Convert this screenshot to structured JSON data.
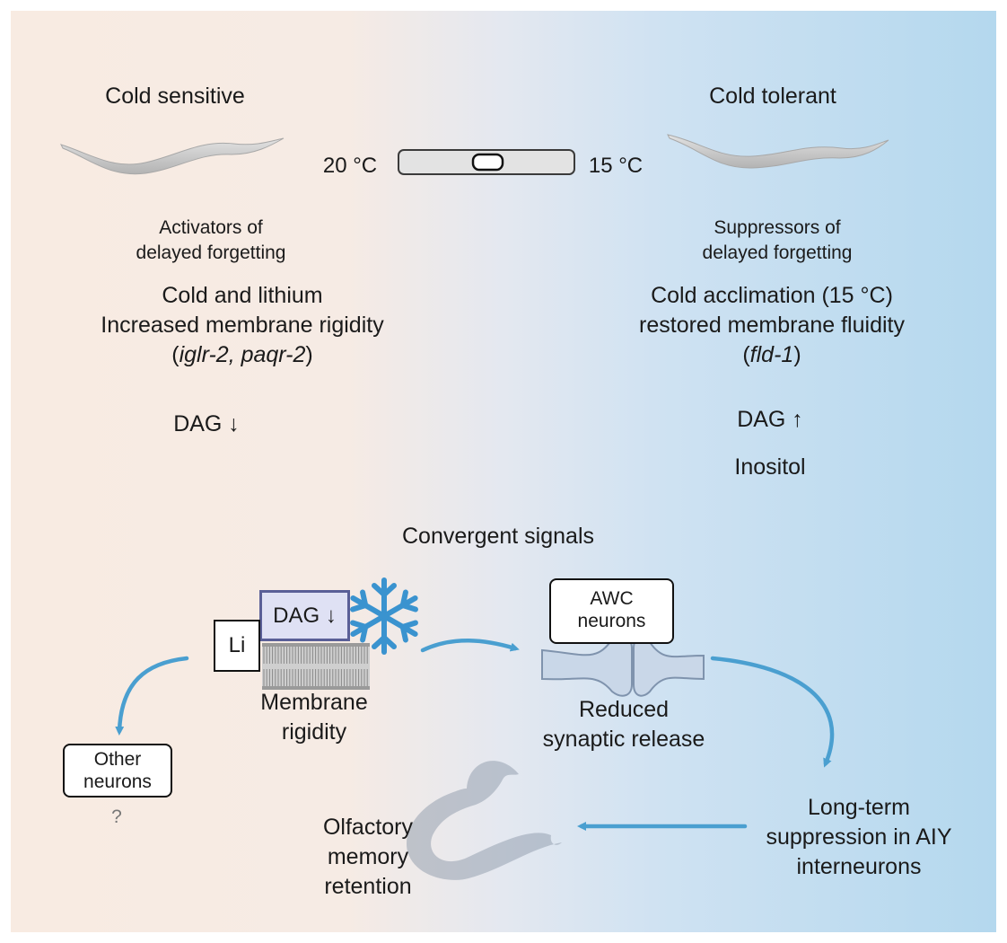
{
  "left": {
    "heading": "Cold sensitive",
    "temp": "20 °C",
    "subheading_line1": "Activators of",
    "subheading_line2": "delayed forgetting",
    "line1": "Cold and lithium",
    "line2": "Increased membrane rigidity",
    "genes": "iglr-2, paqr-2",
    "dag": "DAG ↓"
  },
  "right": {
    "heading": "Cold tolerant",
    "temp": "15 °C",
    "subheading_line1": "Suppressors of",
    "subheading_line2": "delayed forgetting",
    "line1": "Cold acclimation (15 °C)",
    "line2": "restored membrane fluidity",
    "genes": "fld-1",
    "dag": "DAG ↑",
    "inositol": "Inositol"
  },
  "bottom": {
    "title": "Convergent signals",
    "dag_box": "DAG ↓",
    "li_box": "Li",
    "membrane_line1": "Membrane",
    "membrane_line2": "rigidity",
    "awc_line1": "AWC",
    "awc_line2": "neurons",
    "reduced_line1": "Reduced",
    "reduced_line2": "synaptic release",
    "other_line1": "Other",
    "other_line2": "neurons",
    "question": "?",
    "ltp_line1": "Long-term",
    "ltp_line2": "suppression in AIY",
    "ltp_line3": "interneurons",
    "olf_line1": "Olfactory",
    "olf_line2": "memory",
    "olf_line3": "retention"
  },
  "colors": {
    "arrow": "#4a9fd0",
    "snowflake": "#3a93cf",
    "dag_box_fill": "#dfe1f4",
    "dag_box_border": "#5a5f97",
    "worm": "#c9c9c9"
  }
}
